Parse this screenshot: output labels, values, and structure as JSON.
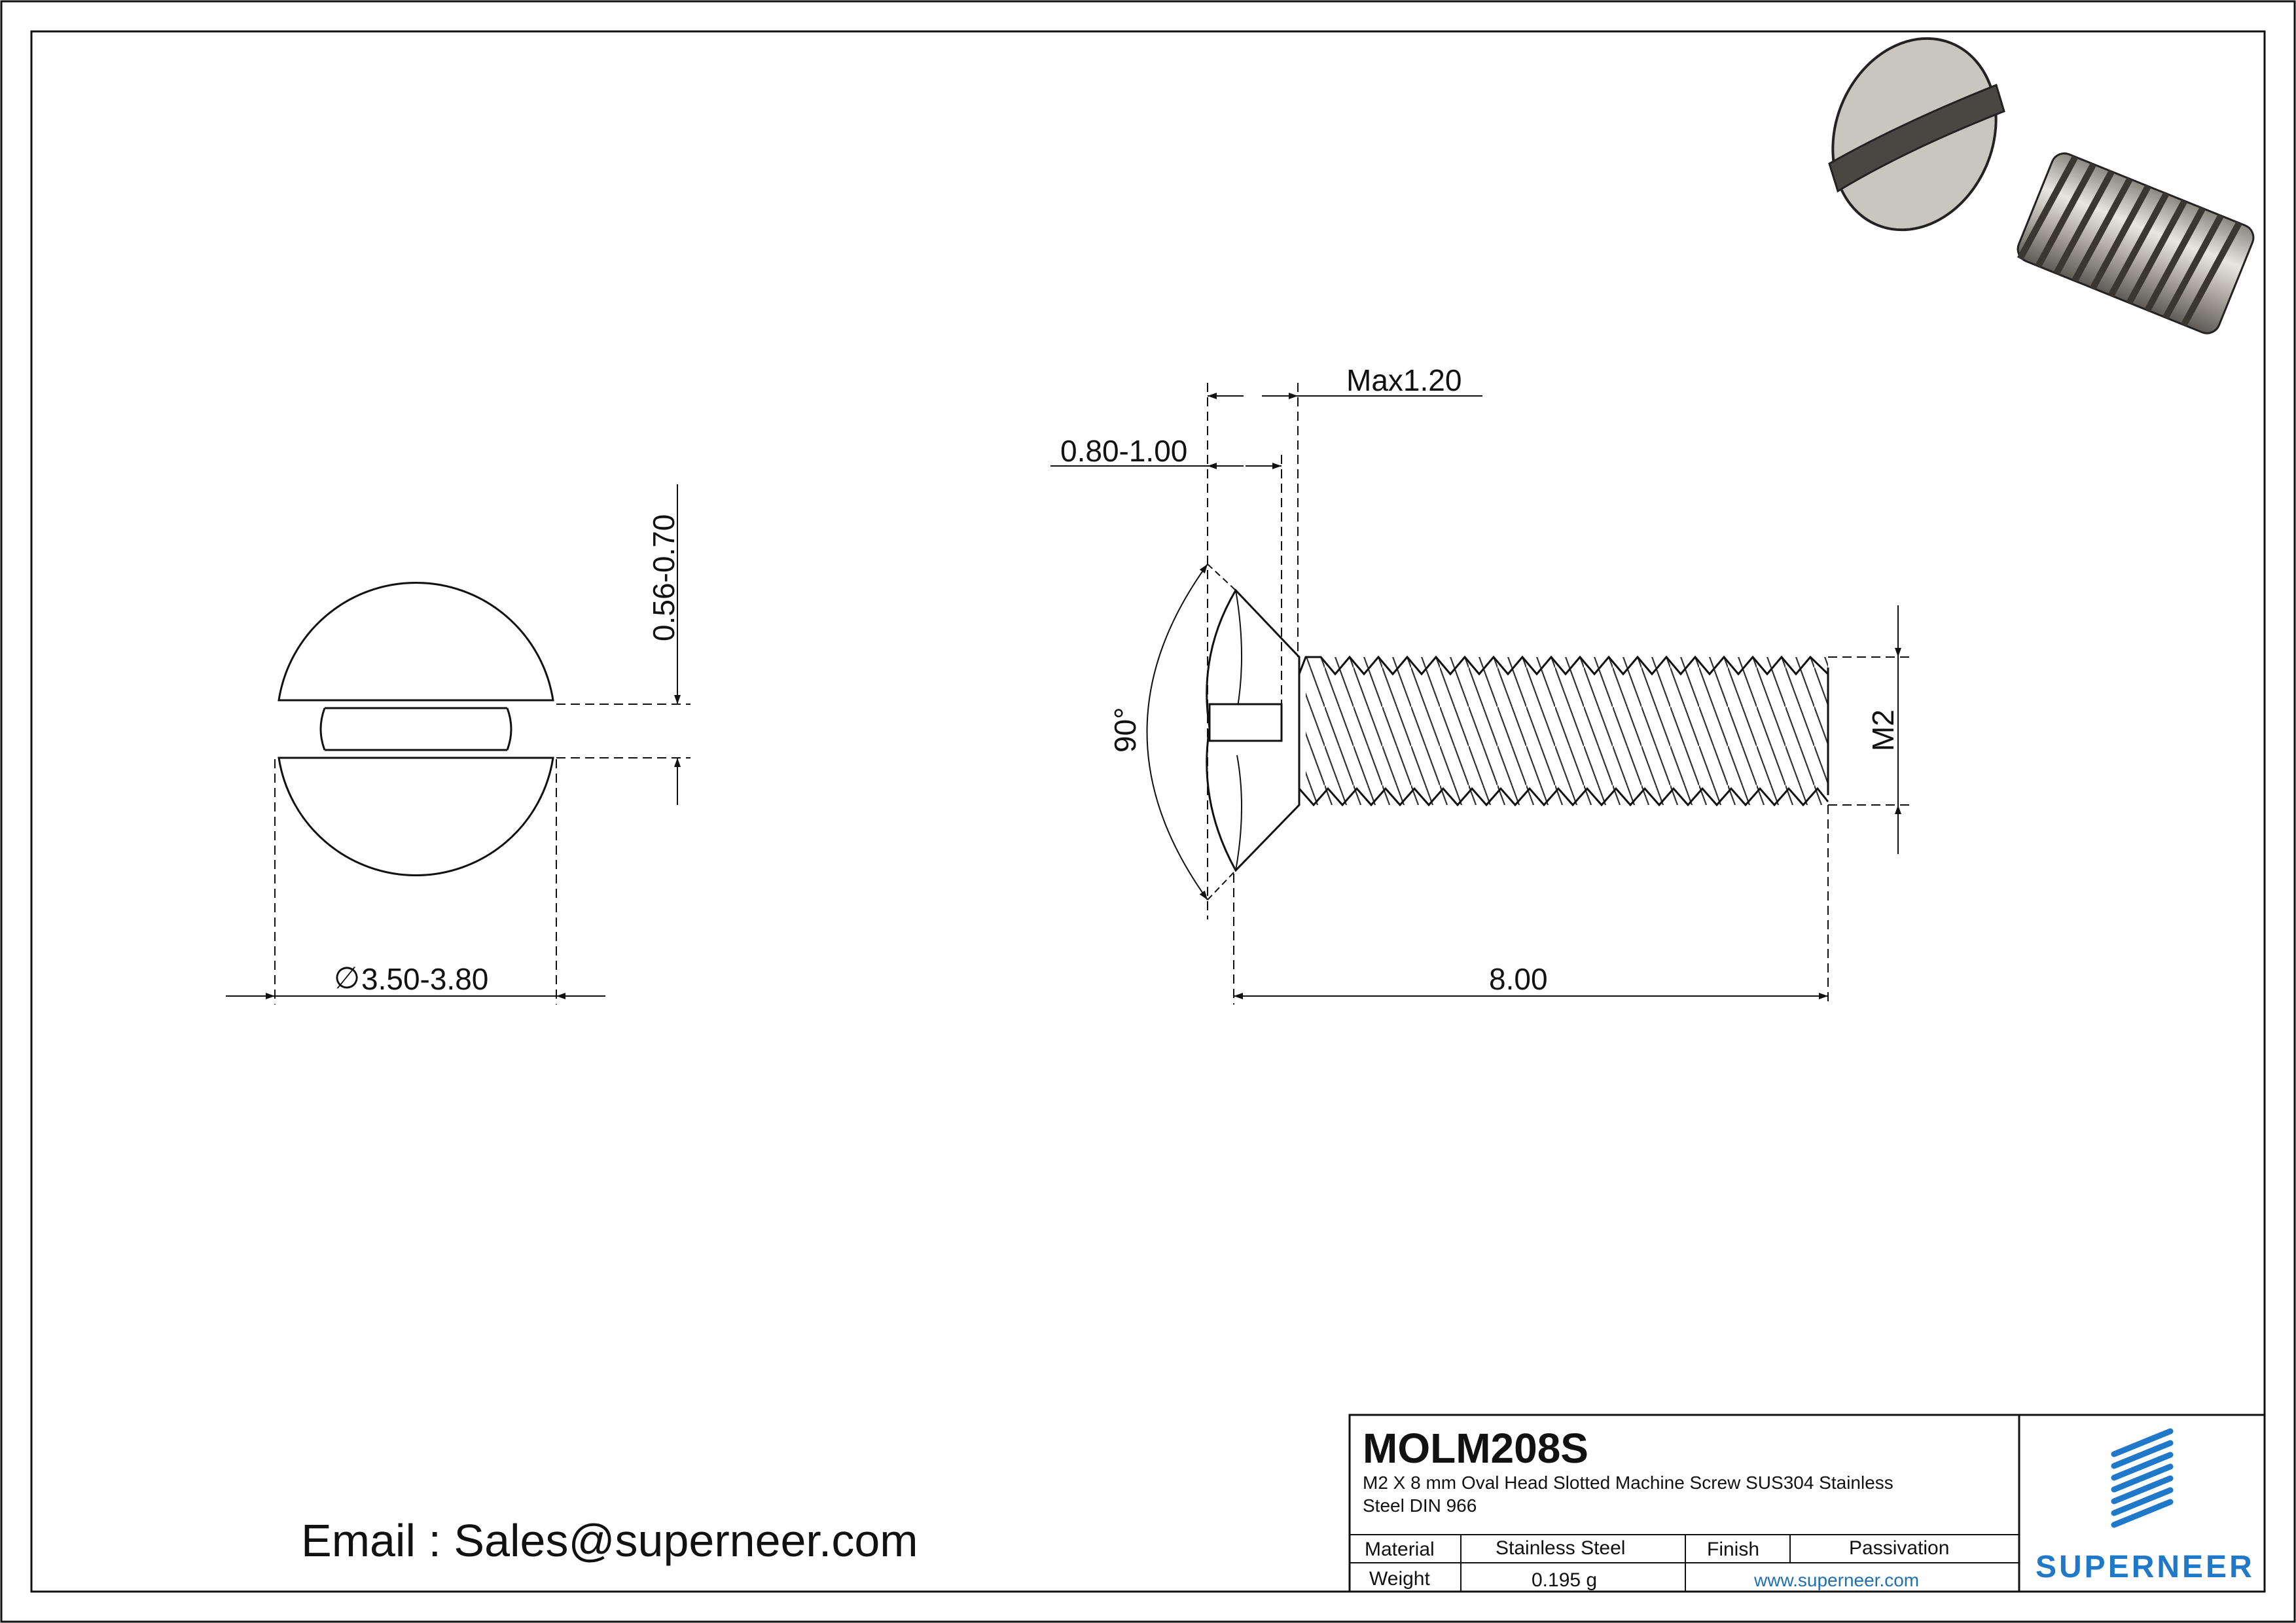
{
  "dimensions": {
    "slot_width": "0.56-0.70",
    "head_diameter_symbol": "∅",
    "head_diameter": "3.50-3.80",
    "head_height_max": "Max1.20",
    "head_height": "0.80-1.00",
    "countersink_angle": "90°",
    "thread_size": "M2",
    "length": "8.00"
  },
  "contact": {
    "email_line": "Email : Sales@superneer.com"
  },
  "title_block": {
    "part_number": "MOLM208S",
    "description_line1": "M2 X 8 mm  Oval Head Slotted Machine Screw SUS304 Stainless",
    "description_line2": "Steel DIN 966",
    "material_label": "Material",
    "material_value": "Stainless Steel",
    "finish_label": "Finish",
    "finish_value": "Passivation",
    "weight_label": "Weight",
    "weight_value": "0.195 g",
    "website": "www.superneer.com",
    "brand_name": "SUPERNEER",
    "brand_color": "#1f78c8"
  },
  "icons": {
    "logo": "superneer-stripes-logo",
    "render": "screw-3d-render-icon"
  }
}
